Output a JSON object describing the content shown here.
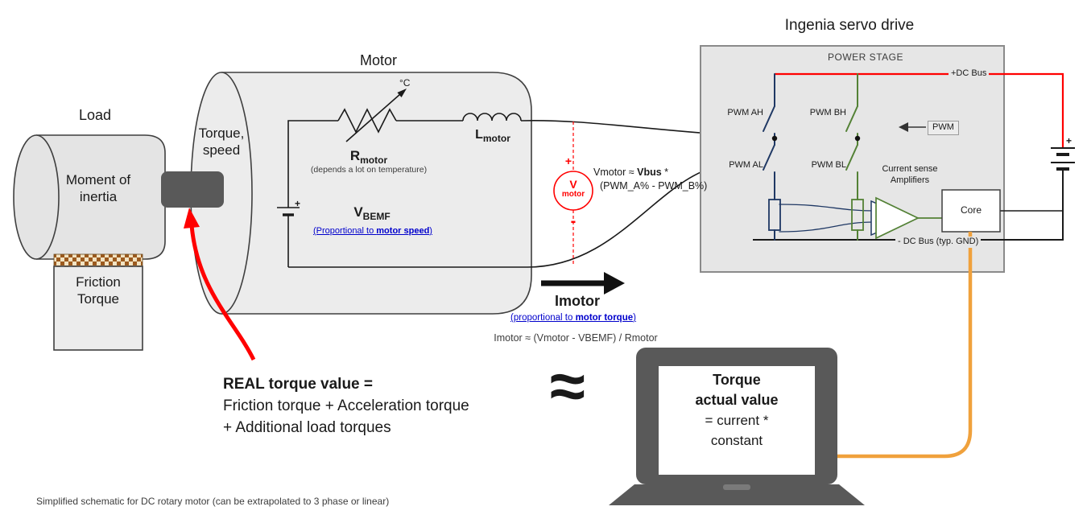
{
  "load": {
    "title": "Load",
    "inertia_line1": "Moment of",
    "inertia_line2": "inertia",
    "friction_line1": "Friction",
    "friction_line2": "Torque"
  },
  "motor": {
    "title": "Motor",
    "shaft_line1": "Torque,",
    "shaft_line2": "speed",
    "temperature": "°C",
    "r_symbol": "R",
    "r_sub": "motor",
    "r_note": "(depends a lot on temperature)",
    "l_symbol": "L",
    "l_sub": "motor",
    "bemf_symbol": "V",
    "bemf_sub": "BEMF",
    "bemf_note_pre": "(Proportional to ",
    "bemf_note_link": "motor speed",
    "bemf_note_post": ")",
    "battery_plus": "+"
  },
  "vmeter": {
    "plus": "+",
    "symbol": "V",
    "sub": "motor",
    "minus": "-",
    "formula_pre": "Vmotor ≈ ",
    "formula_bold": "Vbus",
    "formula_post": " *",
    "formula_line2": "(PWM_A% - PWM_B%)"
  },
  "current": {
    "label": "Imotor",
    "note_pre": "(proportional to ",
    "note_link": "motor torque",
    "note_post": ")",
    "formula": "Imotor ≈ (Vmotor - VBEMF) / Rmotor"
  },
  "drive": {
    "title": "Ingenia servo drive",
    "power_stage": "POWER STAGE",
    "dc_bus_pos": "+DC Bus",
    "dc_bus_neg": "- DC Bus (typ. GND)",
    "pwm_ah": "PWM AH",
    "pwm_bh": "PWM BH",
    "pwm_al": "PWM AL",
    "pwm_bl": "PWM BL",
    "pwm": "PWM",
    "sense_line1": "Current sense",
    "sense_line2": "Amplifiers",
    "core": "Core",
    "battery_plus": "+"
  },
  "torque_note": {
    "line1": "REAL torque value =",
    "line2": "Friction torque + Acceleration torque",
    "line3": "+ Additional load torques",
    "approx": "≈"
  },
  "laptop": {
    "line1": "Torque",
    "line2": "actual value",
    "line3": "= current *",
    "line4": "constant"
  },
  "footer": "Simplified schematic for DC rotary motor (can be extrapolated to 3 phase or linear)",
  "colors": {
    "red": "#ff0000",
    "link_blue": "#0000cc",
    "phase_a_blue": "#1f3864",
    "phase_b_green": "#538135",
    "orange": "#f0a13c",
    "laptop_gray": "#595959"
  }
}
